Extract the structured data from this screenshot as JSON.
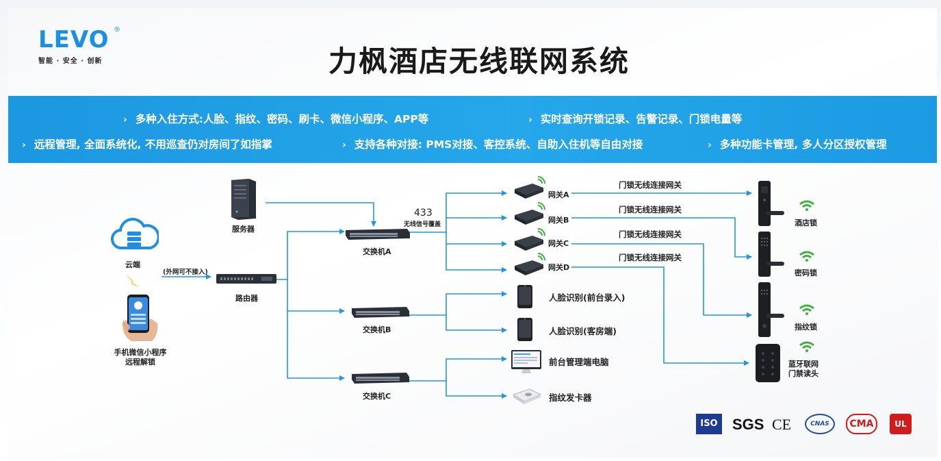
{
  "header": {
    "logo_text": "LEVO",
    "logo_registered": "®",
    "logo_tagline": "智能 · 安全 · 创新",
    "title": "力枫酒店无线联网系统"
  },
  "features": [
    "多种入住方式:人脸、指纹、密码、刷卡、微信小程序、APP等",
    "实时查询开锁记录、告警记录、门锁电量等",
    "远程管理, 全面系统化, 不用巡查仍对房间了如指掌",
    "支持各种对接: PMS对接、客控系统、自助入住机等自由对接",
    "多种功能卡管理, 多人分区授权管理"
  ],
  "diagram": {
    "cloud_label": "云端",
    "phone_label_line1": "手机微信小程序",
    "phone_label_line2": "远程解锁",
    "external_note": "(外网可不接入)",
    "router_label": "路由器",
    "server_label": "服务器",
    "switch_a": "交换机A",
    "switch_b": "交换机B",
    "switch_c": "交换机C",
    "signal_value": "433",
    "signal_label": "无线信号覆盖",
    "gateways": [
      "网关A",
      "网关B",
      "网关C",
      "网关D"
    ],
    "link_label": "门锁无线连接网关",
    "locks": [
      "酒店锁",
      "密码锁",
      "指纹锁"
    ],
    "bt_lock_line1": "蓝牙联网",
    "bt_lock_line2": "门禁读头",
    "face_front": "人脸识别(前台录入)",
    "face_guest": "人脸识别(客房端)",
    "pc": "前台管理端电脑",
    "fp_issuer": "指纹发卡器"
  },
  "certifications": [
    "ISO",
    "SGS",
    "CE",
    "CNAS",
    "CMA",
    "UL"
  ],
  "colors": {
    "brand_blue": "#1b8fe0",
    "banner_blue": "#22a2e7",
    "line_blue": "#2196e3",
    "signal_green": "#3fb13f"
  }
}
